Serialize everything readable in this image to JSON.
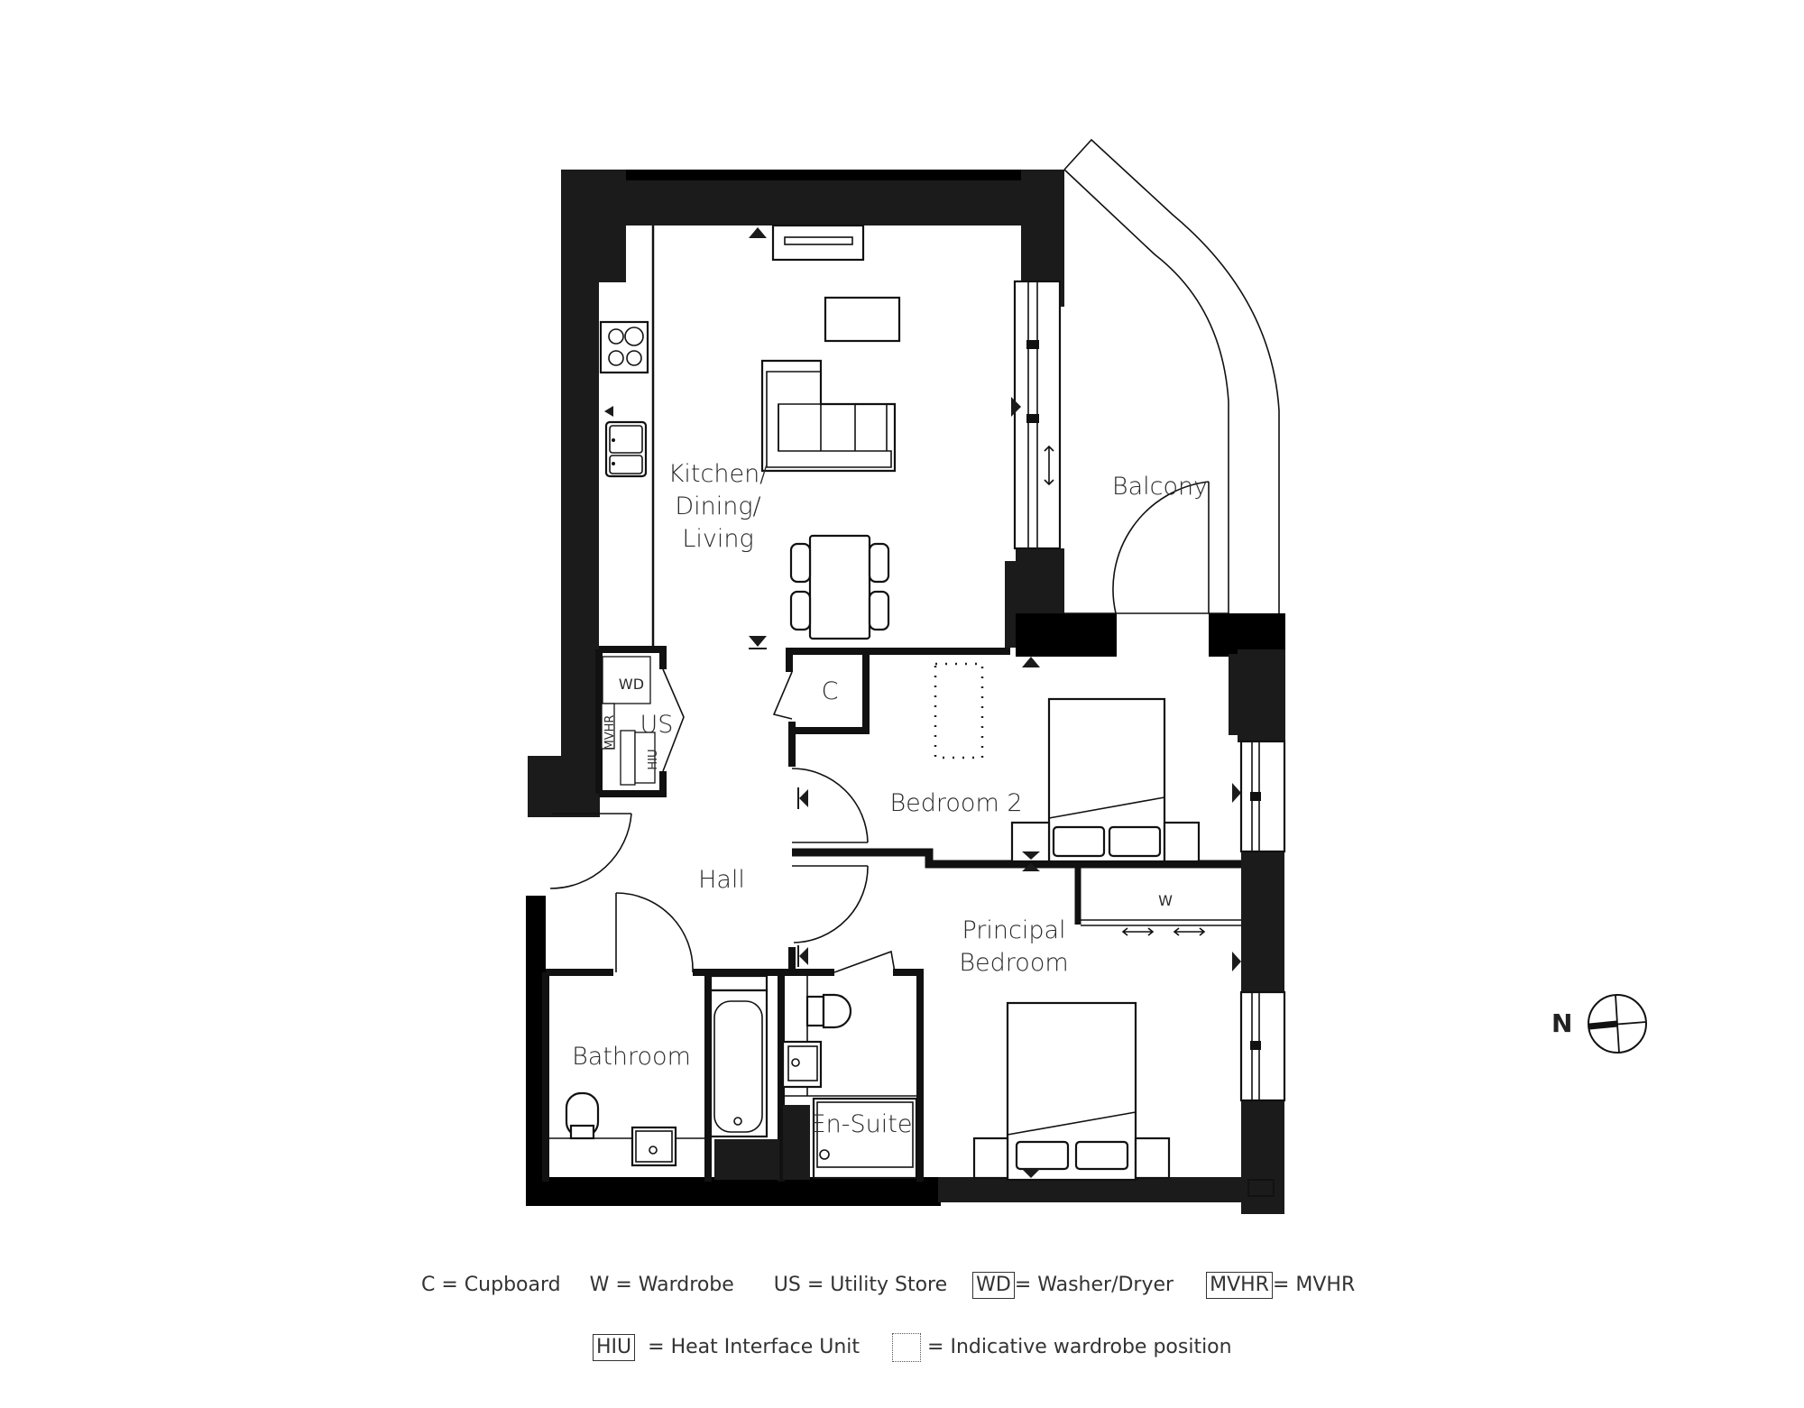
{
  "rooms": {
    "kitchen": [
      "Kitchen/",
      "Dining/",
      "Living"
    ],
    "balcony": "Balcony",
    "cupboard": "C",
    "utility_store": "US",
    "washer_dryer": "WD",
    "mvhr": "MVHR",
    "hiu": "HIU",
    "bedroom2": "Bedroom 2",
    "hall": "Hall",
    "principal_bedroom": [
      "Principal",
      "Bedroom"
    ],
    "wardrobe": "W",
    "bathroom": "Bathroom",
    "en_suite": "En-Suite"
  },
  "compass": {
    "label": "N"
  },
  "legend": {
    "row1": [
      {
        "key": "C",
        "boxed": false,
        "desc": "= Cupboard"
      },
      {
        "key": "W",
        "boxed": false,
        "desc": "= Wardrobe"
      },
      {
        "key": "US",
        "boxed": false,
        "desc": "= Utility Store"
      },
      {
        "key": "WD",
        "boxed": true,
        "desc": "= Washer/Dryer"
      },
      {
        "key": "MVHR",
        "boxed": true,
        "desc": "= MVHR"
      }
    ],
    "row2": [
      {
        "key": "HIU",
        "boxed": true,
        "desc": "= Heat Interface Unit"
      },
      {
        "key": "",
        "dotted": true,
        "desc": "= Indicative wardrobe position"
      }
    ]
  },
  "colors": {
    "wall": "#1b1b1b",
    "line": "#111111",
    "text": "#2a2a2a",
    "background": "#ffffff"
  }
}
